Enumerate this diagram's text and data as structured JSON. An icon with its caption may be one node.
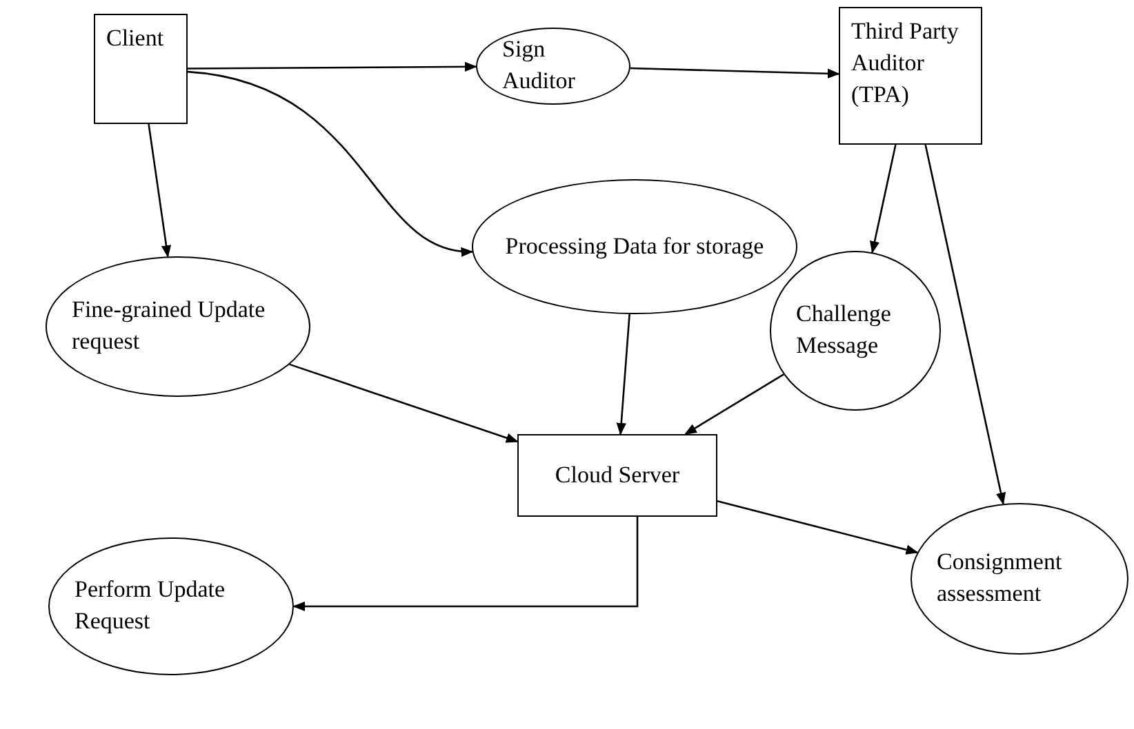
{
  "diagram": {
    "nodes": [
      {
        "text": [
          "Client"
        ]
      },
      {
        "text": [
          "Sign Auditor"
        ]
      },
      {
        "text": [
          "Third Party Auditor (TPA)"
        ]
      },
      {
        "text": [
          "Fine-grained Update request"
        ]
      },
      {
        "text": [
          "Processing Data for storage"
        ]
      },
      {
        "text": [
          "Challenge Message"
        ]
      },
      {
        "text": [
          "Cloud Server"
        ]
      },
      {
        "text": [
          "Consignment assessment"
        ]
      },
      {
        "text": [
          "Perform Update Request"
        ]
      }
    ],
    "edges": [
      {
        "from": 0,
        "to": 1,
        "arrow": "to"
      },
      {
        "from": 1,
        "to": 2,
        "arrow": "to"
      },
      {
        "from": 0,
        "to": 3,
        "arrow": "to"
      },
      {
        "from": 0,
        "to": 4,
        "arrow": "to"
      },
      {
        "from": 2,
        "to": 5,
        "arrow": "to"
      },
      {
        "from": 2,
        "to": 7,
        "arrow": "to"
      },
      {
        "from": 3,
        "to": 6,
        "arrow": "to"
      },
      {
        "from": 4,
        "to": 6,
        "arrow": "to"
      },
      {
        "from": 5,
        "to": 6,
        "arrow": "to"
      },
      {
        "from": 6,
        "to": 7,
        "arrow": "to"
      },
      {
        "from": 6,
        "to": 8,
        "arrow": "to"
      }
    ]
  }
}
